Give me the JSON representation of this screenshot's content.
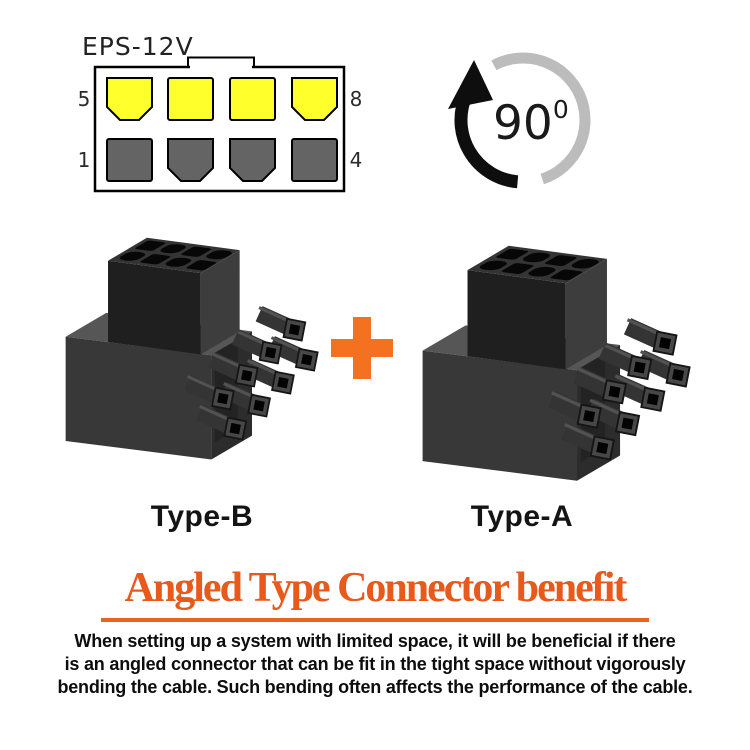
{
  "pinout": {
    "label": "EPS-12V",
    "pins": {
      "top_left_number": "5",
      "top_right_number": "8",
      "bottom_left_number": "1",
      "bottom_right_number": "4"
    },
    "colors": {
      "pin_12v": "#ffff2b",
      "pin_ground": "#646464",
      "outline": "#000000"
    }
  },
  "rotation_badge": {
    "value": "90",
    "superscript": "0",
    "arc_gray": "#bcbcbc",
    "arc_black": "#0e0e0e"
  },
  "connectors": {
    "plus_sign_color": "#f4711f",
    "left_label": "Type-B",
    "right_label": "Type-A",
    "body_color": "#383838"
  },
  "benefit": {
    "title": "Angled Type Connector benefit",
    "title_color": "#e8591c",
    "description_lines": [
      "When setting up a system with limited space, it will be beneficial if there",
      "is an angled connector that can be fit in the tight space without vigorously",
      "bending the cable. Such bending often affects the performance of the cable."
    ]
  }
}
